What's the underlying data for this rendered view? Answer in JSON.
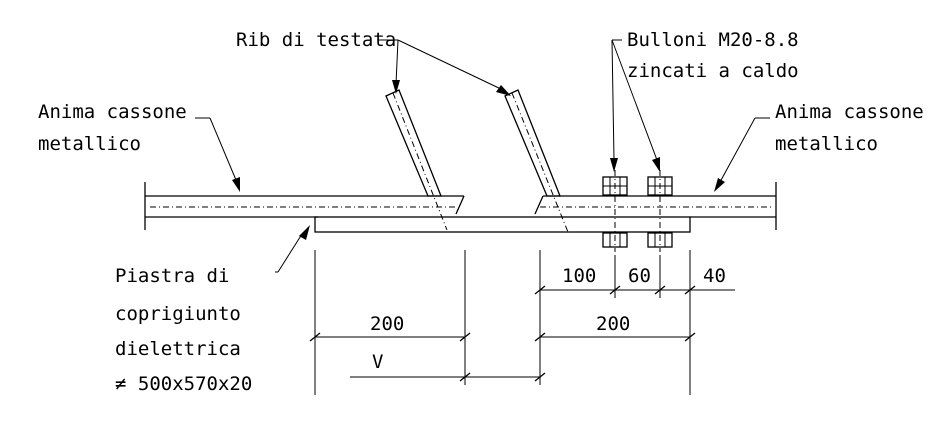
{
  "labels": {
    "rib_di_testata": "Rib di testata",
    "bulloni_line1": "Bulloni M20-8.8",
    "bulloni_line2": "zincati a caldo",
    "anima_left_line1": "Anima cassone",
    "anima_left_line2": "metallico",
    "anima_right_line1": "Anima cassone",
    "anima_right_line2": "metallico",
    "piastra_line1": "Piastra di",
    "piastra_line2": "coprigiunto",
    "piastra_line3": "dielettrica",
    "piastra_line4": "≠ 500x570x20"
  },
  "dimensions": {
    "d100": "100",
    "d60": "60",
    "d40": "40",
    "d200_left": "200",
    "d200_right": "200",
    "gap_v": "V"
  }
}
